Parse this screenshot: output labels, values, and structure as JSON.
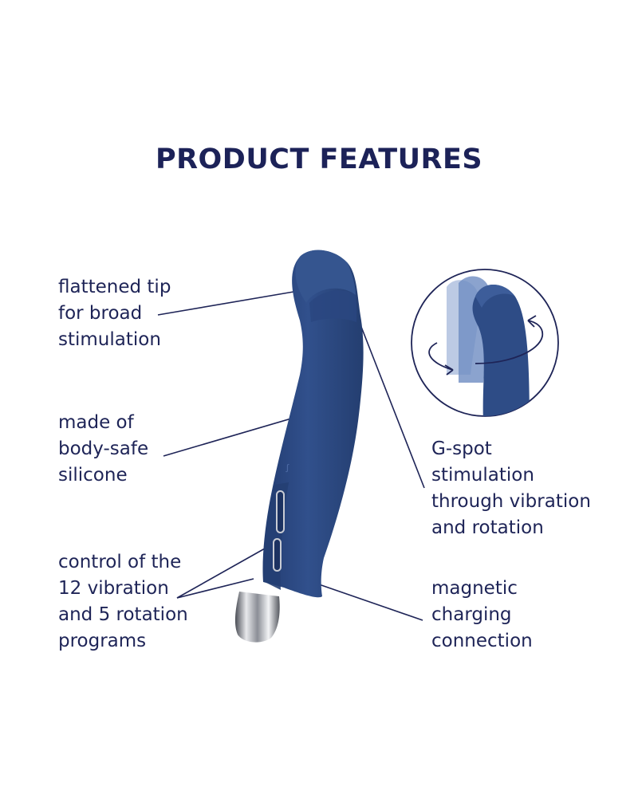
{
  "heading": "PRODUCT FEATURES",
  "features": {
    "tip": [
      "flattened tip",
      "for broad",
      "stimulation"
    ],
    "silicone": [
      "made of",
      "body-safe",
      "silicone"
    ],
    "control": [
      "control of the",
      "12 vibration",
      "and 5 rotation",
      "programs"
    ],
    "gspot": [
      "G-spot",
      "stimulation",
      "through vibration",
      "and rotation"
    ],
    "magnetic": [
      "magnetic",
      "charging",
      "connection"
    ]
  },
  "colors": {
    "text": "#1e2457",
    "product_body": "#2e4c86",
    "product_shade": "#233c6e",
    "chrome": "#b9bcc4"
  }
}
